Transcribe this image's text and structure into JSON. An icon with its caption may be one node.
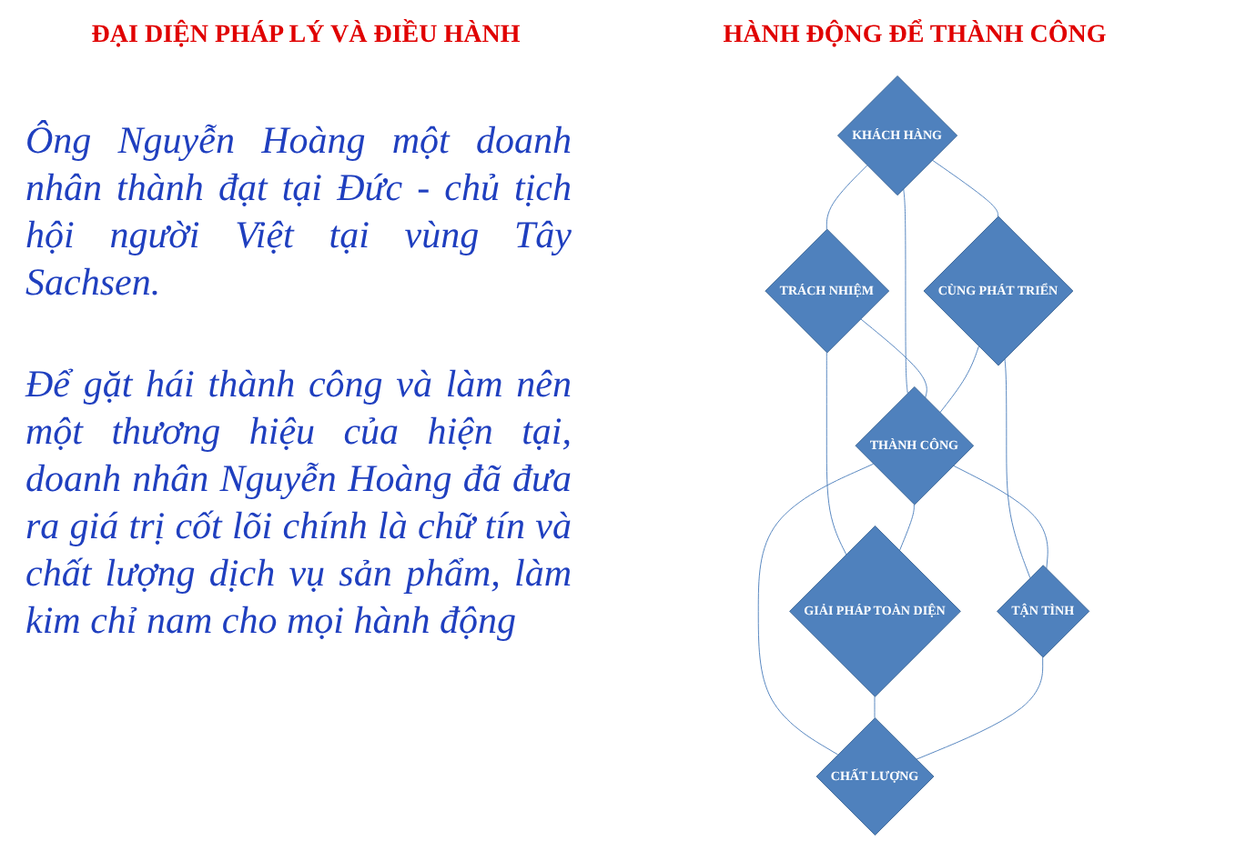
{
  "diagram": {
    "nodes": [
      {
        "text": [
          "KHÁCH HÀNG"
        ]
      },
      {
        "text": [
          "TRÁCH NHIỆM"
        ]
      },
      {
        "text": [
          "CÙNG PHÁT TRIỂN"
        ]
      },
      {
        "text": [
          "THÀNH CÔNG"
        ]
      },
      {
        "text": [
          "GIẢI PHÁP TOÀN DIỆN"
        ]
      },
      {
        "text": [
          "TẬN TÌNH"
        ]
      },
      {
        "text": [
          "CHẤT LƯỢNG"
        ]
      }
    ],
    "edges": [
      {
        "from": 0,
        "to": 1,
        "arrow": "none"
      },
      {
        "from": 0,
        "to": 2,
        "arrow": "none"
      },
      {
        "from": 0,
        "to": 3,
        "arrow": "none"
      },
      {
        "from": 1,
        "to": 3,
        "arrow": "none"
      },
      {
        "from": 2,
        "to": 3,
        "arrow": "none"
      },
      {
        "from": 1,
        "to": 4,
        "arrow": "none"
      },
      {
        "from": 2,
        "to": 5,
        "arrow": "none"
      },
      {
        "from": 3,
        "to": 4,
        "arrow": "none"
      },
      {
        "from": 3,
        "to": 5,
        "arrow": "none"
      },
      {
        "from": 3,
        "to": 6,
        "arrow": "none"
      },
      {
        "from": 4,
        "to": 6,
        "arrow": "none"
      },
      {
        "from": 5,
        "to": 6,
        "arrow": "none"
      }
    ],
    "labels": [
      "ĐẠI DIỆN PHÁP LÝ VÀ ĐIỀU HÀNH",
      "Ông Nguyễn Hoàng một doanh nhân thành đạt tại Đức - chủ tịch hội người Việt tại vùng Tây Sachsen.",
      "Để gặt hái thành công và làm nên một thương hiệu của hiện tại, doanh nhân Nguyễn Hoàng đã đưa ra giá trị cốt lõi chính là chữ tín và chất lượng dịch vụ sản phẩm, làm kim chỉ nam cho mọi hành động",
      "HÀNH ĐỘNG ĐỂ THÀNH CÔNG"
    ]
  }
}
